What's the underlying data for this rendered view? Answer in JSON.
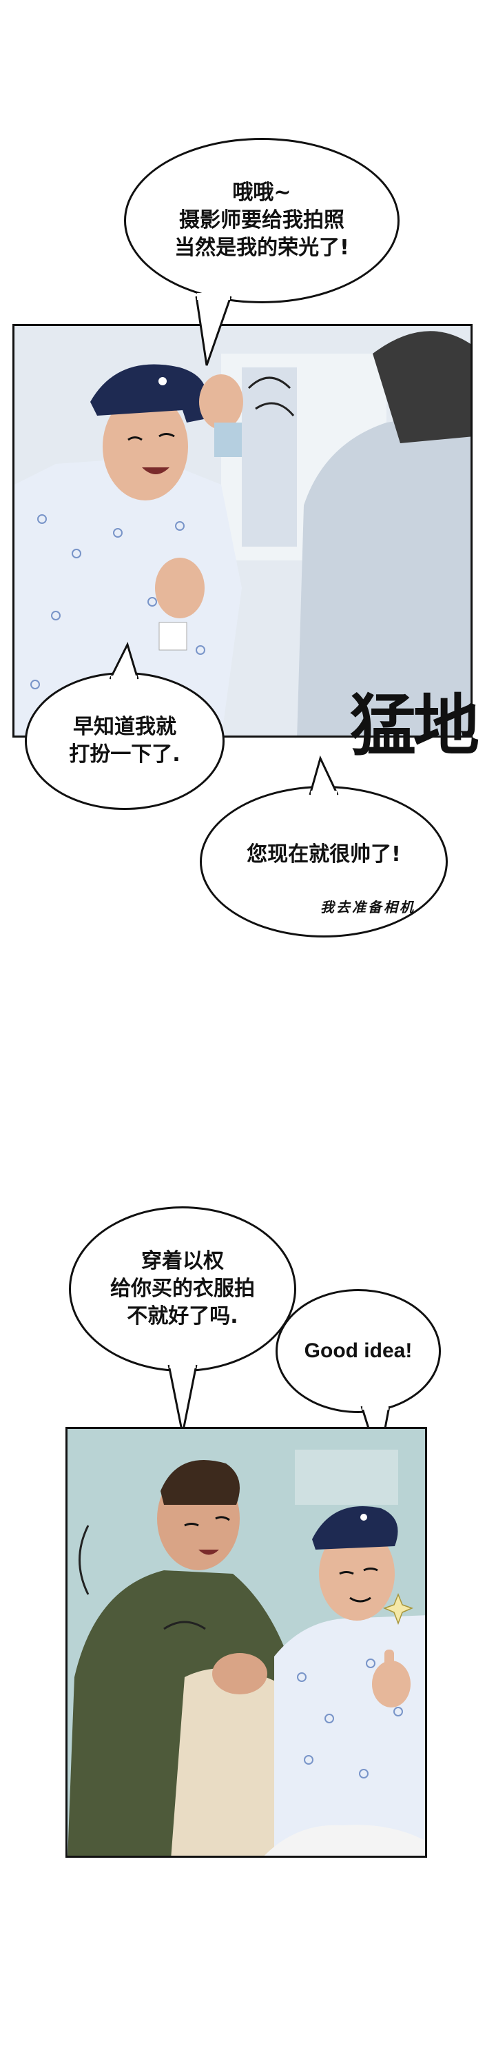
{
  "bubbles": {
    "b1": "哦哦~\n摄影师要给我拍照\n当然是我的荣光了!",
    "b2": "早知道我就\n打扮一下了.",
    "b3": "您现在就很帅了!",
    "b4": "穿着以权\n给你买的衣服拍\n不就好了吗.",
    "b5": "Good idea!"
  },
  "sfx": {
    "slam": "猛地"
  },
  "notes": {
    "camera": "我去准备相机"
  },
  "colors": {
    "panel1_bg": "#dfe6ee",
    "panel2_bg": "#b9d3d4",
    "cap": "#1e2a52",
    "patient_gown": "#e8eef8",
    "jacket": "#4e5a3a"
  }
}
